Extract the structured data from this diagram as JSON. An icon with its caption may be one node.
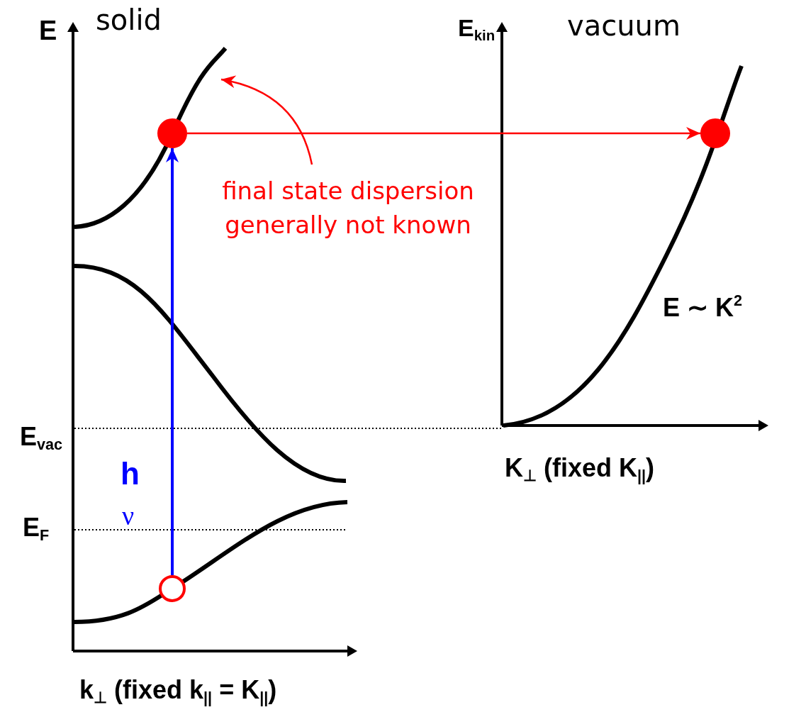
{
  "diagram": {
    "nodes": [
      {
        "text": [],
        "shape": "circle"
      },
      {
        "text": [],
        "shape": "circle"
      },
      {
        "text": [],
        "shape": "circle"
      },
      {
        "text": [
          "final state dispersion generally not known"
        ]
      }
    ],
    "edges": [
      {
        "from": 1,
        "to": 0,
        "arrow": "to",
        "color": "#0000ff"
      },
      {
        "from": 0,
        "to": 2,
        "arrow": "to",
        "color": "#ff0000"
      },
      {
        "from": 3,
        "to": null,
        "arrow": "to",
        "color": "#ff0000"
      }
    ],
    "labels": [
      "E",
      "solid",
      "E$_{kin}$",
      "vacuum",
      "E$_{vac}$",
      "h",
      "ν",
      "E$_{F}$",
      "E ∼ K$^{2}$",
      "k$_{⊥}$ (fixed k$_{||}$ = K$_{||}$)",
      "K$_{⊥}$ (fixed K$_{||}$)"
    ]
  }
}
